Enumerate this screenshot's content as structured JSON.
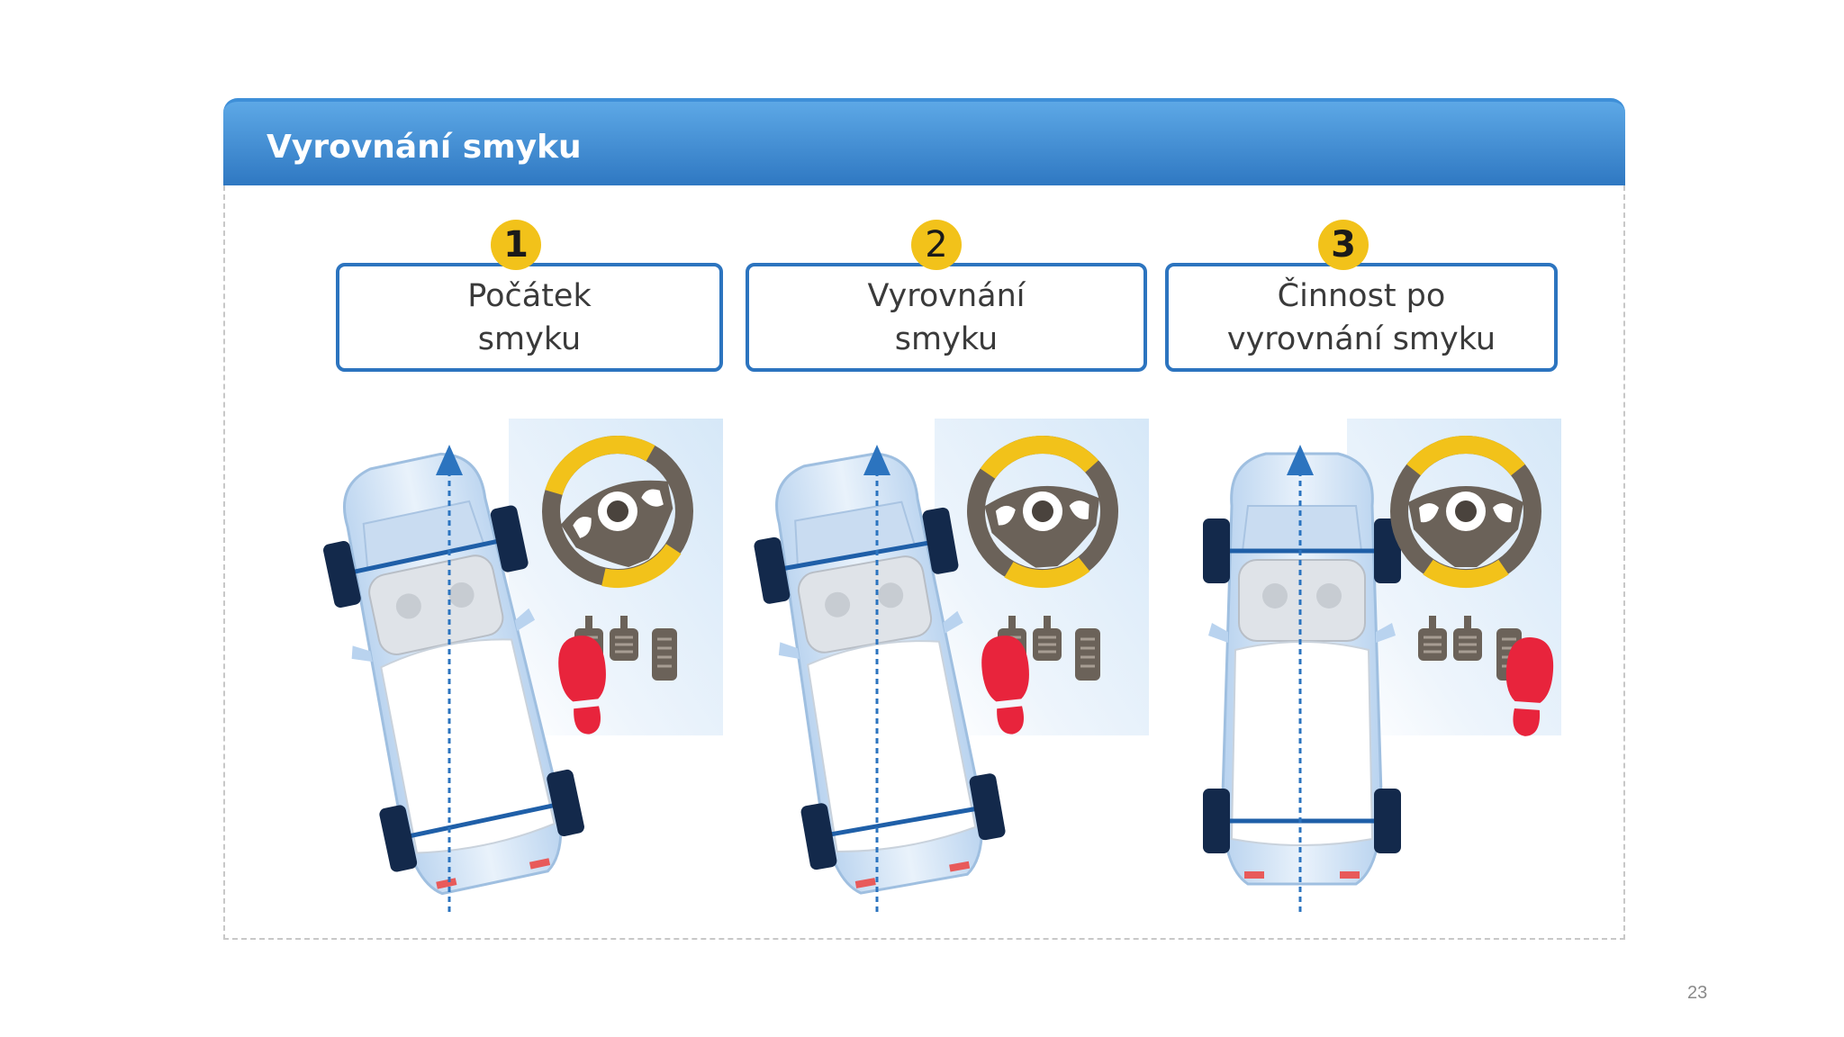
{
  "header": {
    "title": "Vyrovnání smyku"
  },
  "steps": [
    {
      "number": "1",
      "label_line1": "Počátek",
      "label_line2": "smyku"
    },
    {
      "number": "2",
      "label_line1": "Vyrovnání",
      "label_line2": "smyku"
    },
    {
      "number": "3",
      "label_line1": "Činnost po",
      "label_line2": "vyrovnání smyku"
    }
  ],
  "page_number": "23",
  "colors": {
    "header_blue": "#2f78c2",
    "box_border": "#2c74bf",
    "badge_yellow": "#f2c21a",
    "foot_red": "#e8243c",
    "wheel_dark": "#13294b",
    "wheel_gray": "#6b6259"
  },
  "icons": [
    "steering-wheel-icon",
    "pedals-icon",
    "foot-icon",
    "car-top-view-icon",
    "direction-arrow-icon"
  ]
}
